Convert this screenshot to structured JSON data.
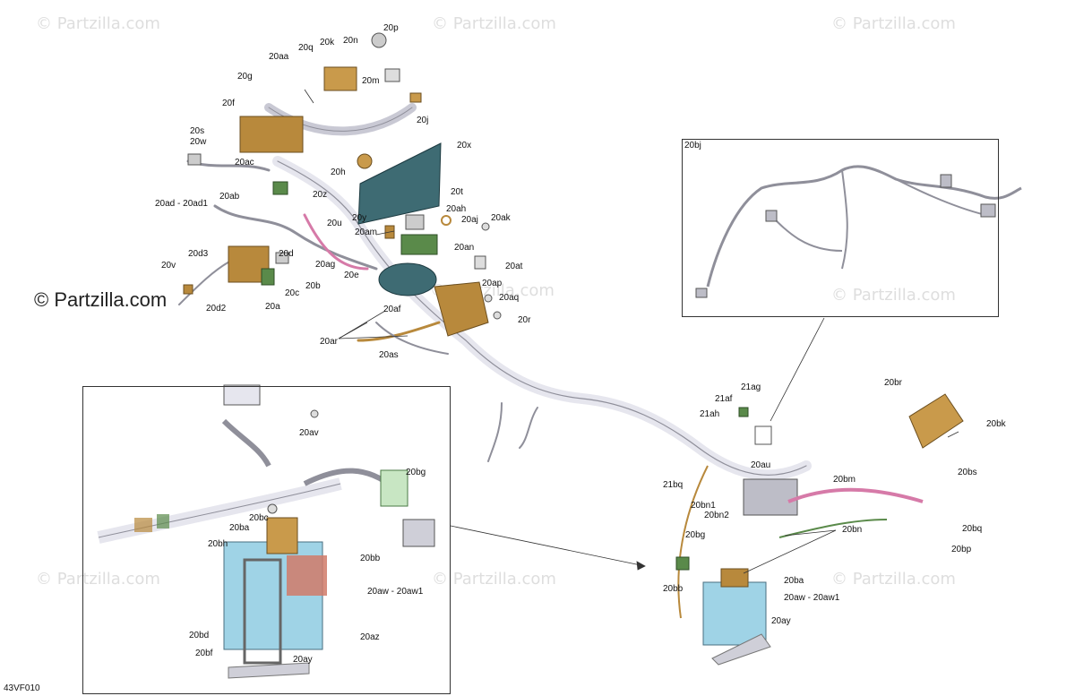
{
  "watermark": "© Partzilla.com",
  "brand": "© Partzilla.com",
  "diagram_code": "43VF010",
  "inset_title": "20bj",
  "callouts": {
    "p20p": "20p",
    "p20q": "20q",
    "p20k": "20k",
    "p20n": "20n",
    "p20aa": "20aa",
    "p20g": "20g",
    "p20m": "20m",
    "p20f": "20f",
    "p20j": "20j",
    "p20s": "20s",
    "p20w": "20w",
    "p20ac": "20ac",
    "p20h": "20h",
    "p20x": "20x",
    "p20ab": "20ab",
    "p20ad": "20ad - 20ad1",
    "p20z": "20z",
    "p20t": "20t",
    "p20ah": "20ah",
    "p20aj": "20aj",
    "p20ak": "20ak",
    "p20y": "20y",
    "p20u": "20u",
    "p20am": "20am",
    "p20an": "20an",
    "p20d3": "20d3",
    "p20d": "20d",
    "p20v": "20v",
    "p20ag": "20ag",
    "p20e": "20e",
    "p20at": "20at",
    "p20b": "20b",
    "p20c": "20c",
    "p20ap": "20ap",
    "p20d2": "20d2",
    "p20a": "20a",
    "p20aq": "20aq",
    "p20af": "20af",
    "p20r": "20r",
    "p20ar": "20ar",
    "p20as": "20as",
    "p20av": "20av",
    "p20bg_l": "20bg",
    "p20bc": "20bc",
    "p20ba_l": "20ba",
    "p20bh": "20bh",
    "p20bb_l": "20bb",
    "p20aw_l": "20aw - 20aw1",
    "p20az": "20az",
    "p20bd": "20bd",
    "p20bf": "20bf",
    "p20ay_l": "20ay",
    "p21ag": "21ag",
    "p21af": "21af",
    "p21ah": "21ah",
    "p20au": "20au",
    "p21bq": "21bq",
    "p20bn1": "20bn1",
    "p20bn2": "20bn2",
    "p20bg_r": "20bg",
    "p20bb_r": "20bb",
    "p20br": "20br",
    "p20bk": "20bk",
    "p20bs": "20bs",
    "p20bm": "20bm",
    "p20bn": "20bn",
    "p20bq": "20bq",
    "p20bp": "20bp",
    "p20ba_r": "20ba",
    "p20aw_r": "20aw - 20aw1",
    "p20ay_r": "20ay"
  },
  "colors": {
    "gold": "#b8893c",
    "teal": "#3e6b73",
    "green": "#5a8a4a",
    "pink": "#d67aa8",
    "wire": "#8f8f9a",
    "lightblue": "#9fd3e6"
  }
}
